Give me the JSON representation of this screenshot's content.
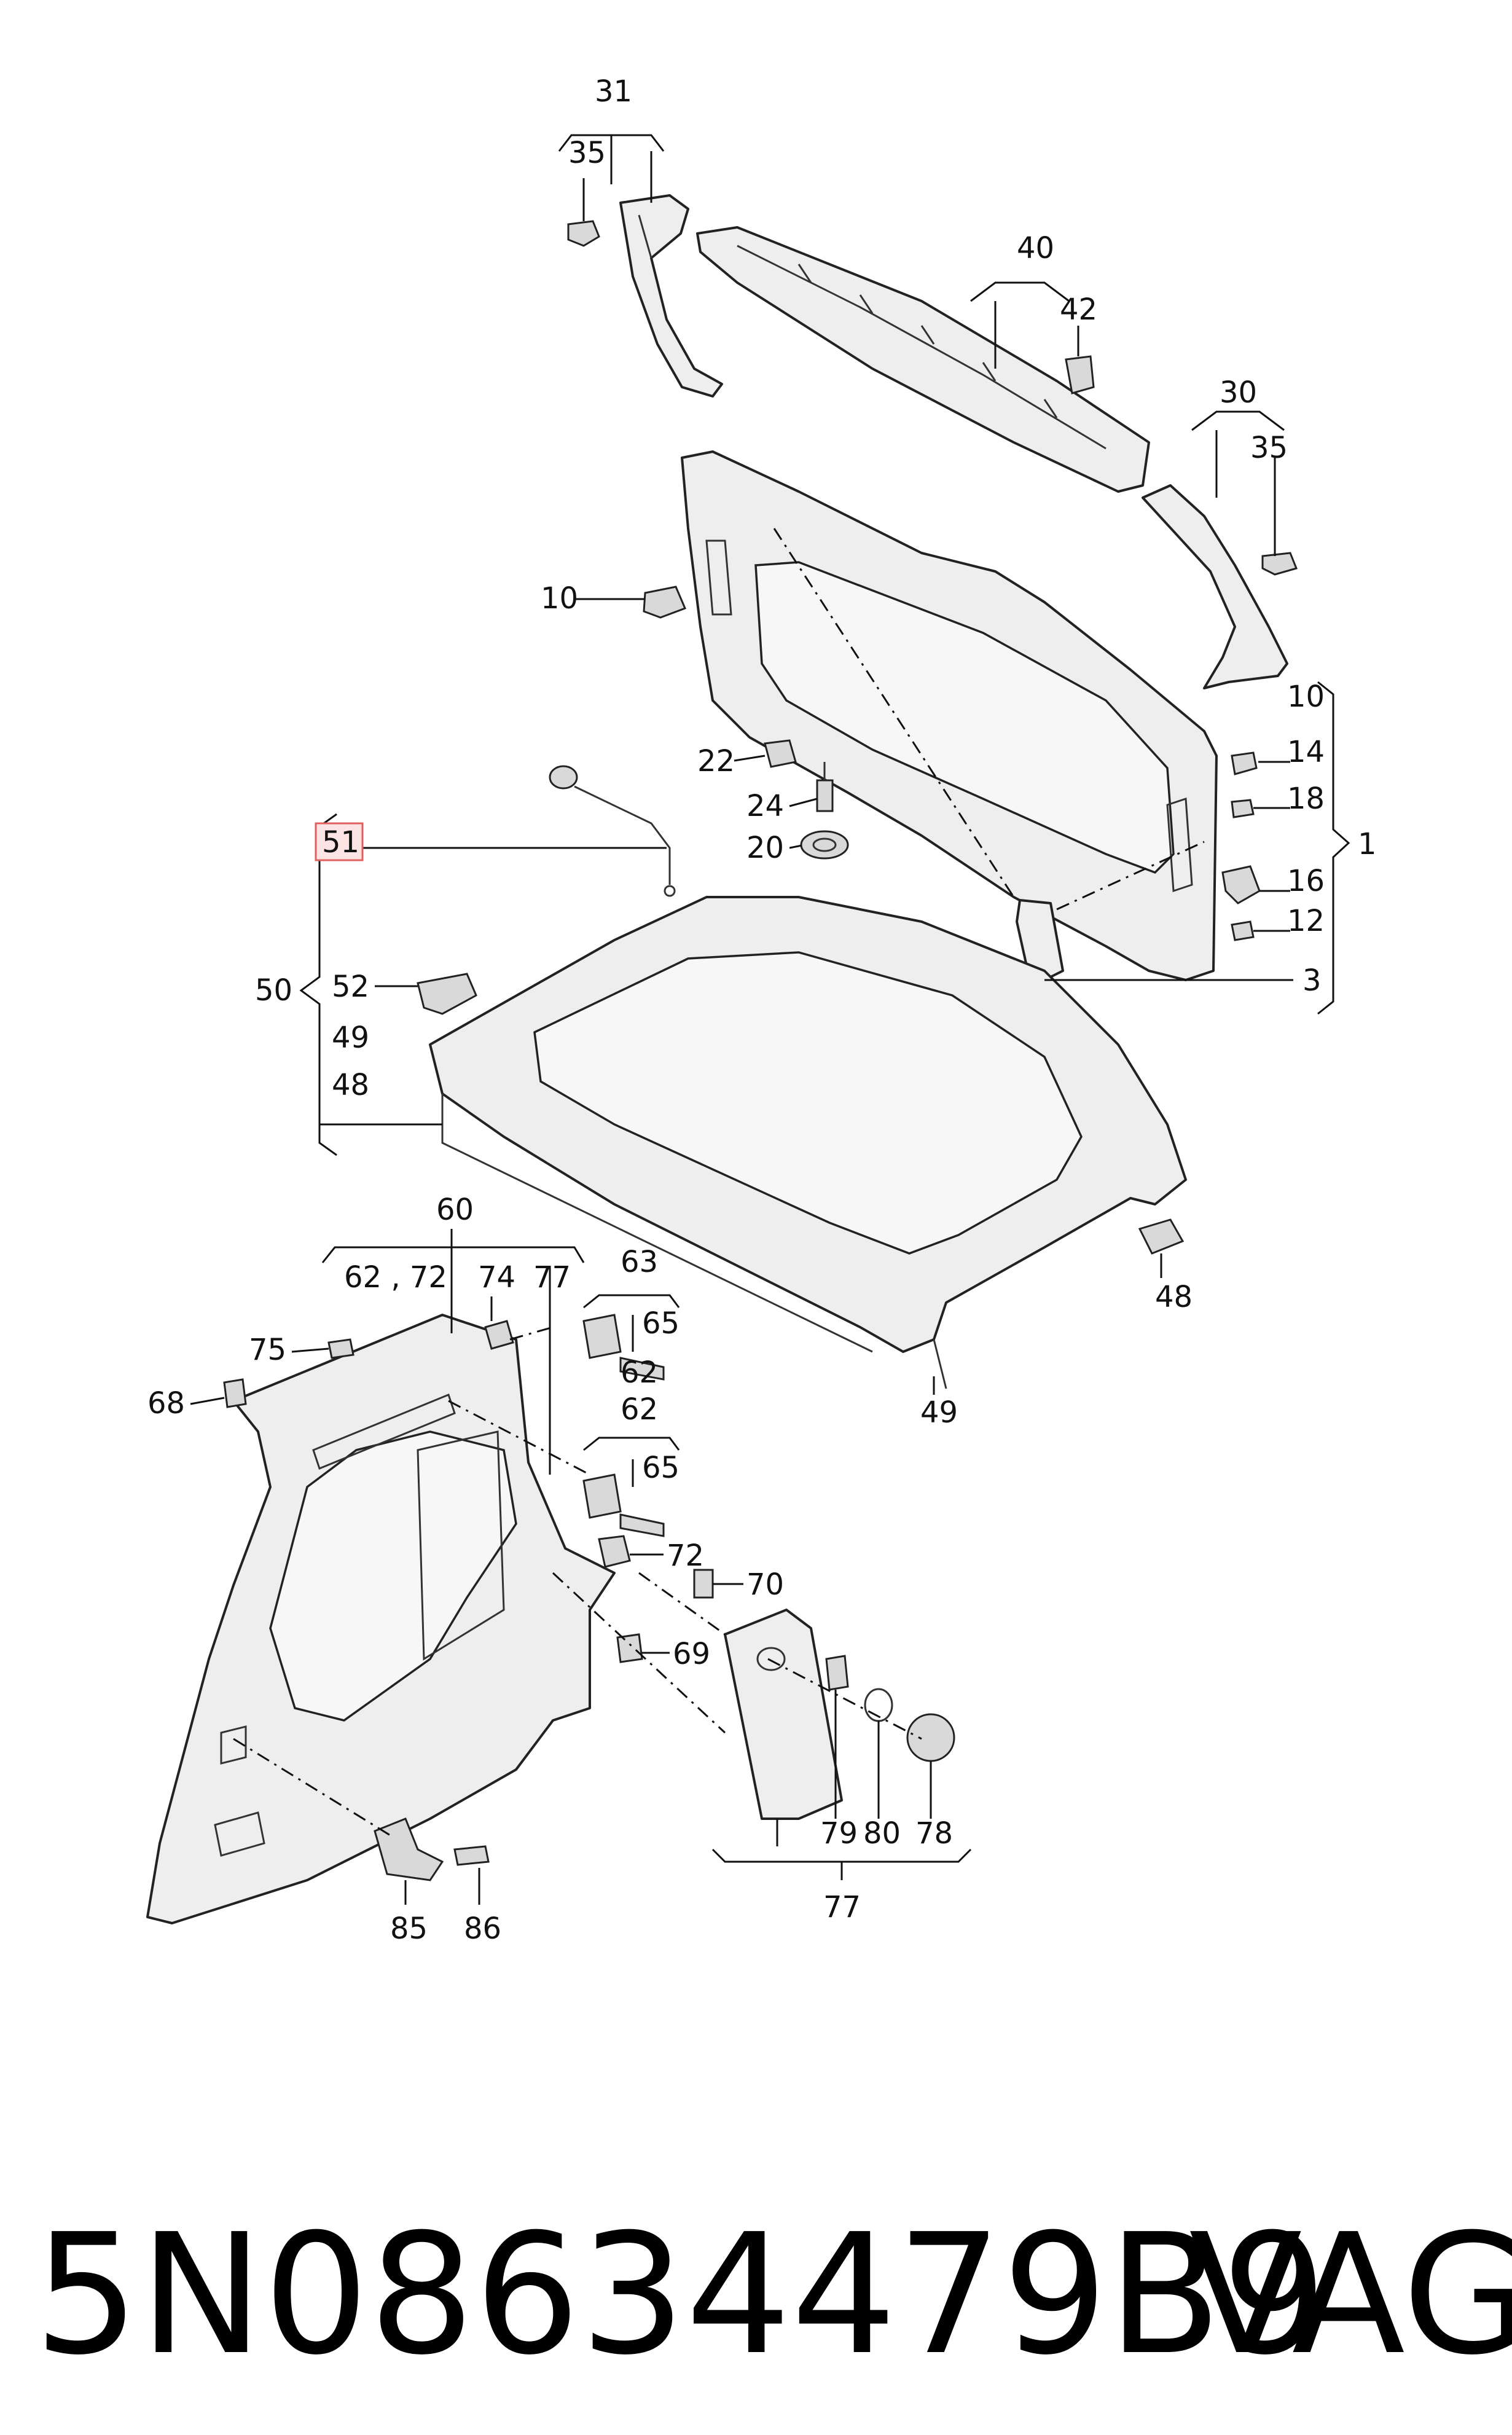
{
  "diagram": {
    "labels": {
      "n31": "31",
      "n35a": "35",
      "n40": "40",
      "n42": "42",
      "n30": "30",
      "n35b": "35",
      "n10a": "10",
      "n10b": "10",
      "n14": "14",
      "n18": "18",
      "n1": "1",
      "n16": "16",
      "n12": "12",
      "n3": "3",
      "n22": "22",
      "n24": "24",
      "n20": "20",
      "n51": "51",
      "n50": "50",
      "n52": "52",
      "n49a": "49",
      "n48a": "48",
      "n48b": "48",
      "n49b": "49",
      "n60": "60",
      "n62a": "62",
      "n72a": "72",
      "n74": "74",
      "n77a": "77",
      "n63": "63",
      "n65a": "65",
      "n62b": "62",
      "n75": "75",
      "n68": "68",
      "n62c": "62",
      "n65b": "65",
      "n72b": "72",
      "n70": "70",
      "n69": "69",
      "n79": "79",
      "n80": "80",
      "n78": "78",
      "n77b": "77",
      "n85": "85",
      "n86": "86"
    },
    "combo_label": "62 , 72",
    "colors": {
      "highlight_fill": "#fde4e4",
      "highlight_stroke": "#e06060"
    }
  },
  "footer": {
    "part_number": "5N08634479B9",
    "brand": "VAG"
  }
}
